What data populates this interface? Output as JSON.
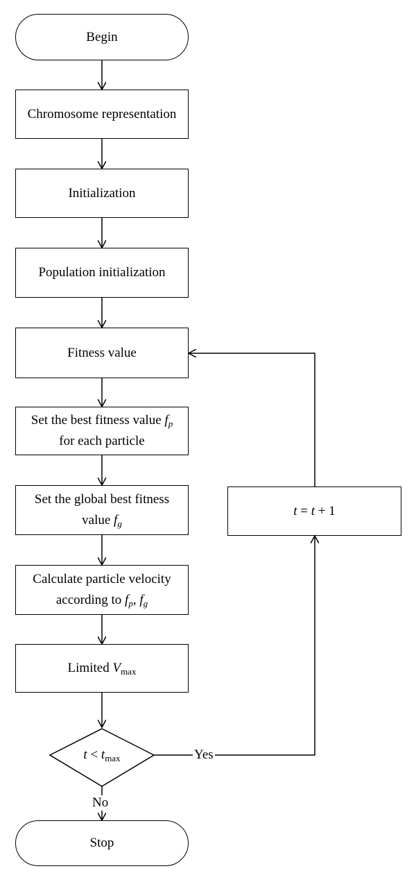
{
  "nodes": {
    "begin": "Begin",
    "chromosome": "Chromosome representation",
    "initialization": "Initialization",
    "population": "Population initialization",
    "fitness": "Fitness value",
    "set_best": {
      "line1": "Set the best fitness value",
      "var": "f",
      "sub": "p",
      "line2": "for each particle"
    },
    "set_global": {
      "line1": "Set the global best fitness",
      "line2_text": "value",
      "var": "f",
      "sub": "g"
    },
    "calc_velocity": {
      "line1": "Calculate particle velocity",
      "line2_text": "according to",
      "var1": "f",
      "sub1": "p",
      "sep": ",",
      "var2": "f",
      "sub2": "g"
    },
    "limited": {
      "text": "Limited",
      "var": "V",
      "sub": "max"
    },
    "decision": {
      "var": "t",
      "op": "<",
      "var2": "t",
      "sub": "max"
    },
    "increment": {
      "var": "t",
      "eq": "=",
      "var2": "t",
      "plus": "+",
      "num": "1"
    },
    "stop": "Stop"
  },
  "edges": {
    "yes": "Yes",
    "no": "No"
  }
}
